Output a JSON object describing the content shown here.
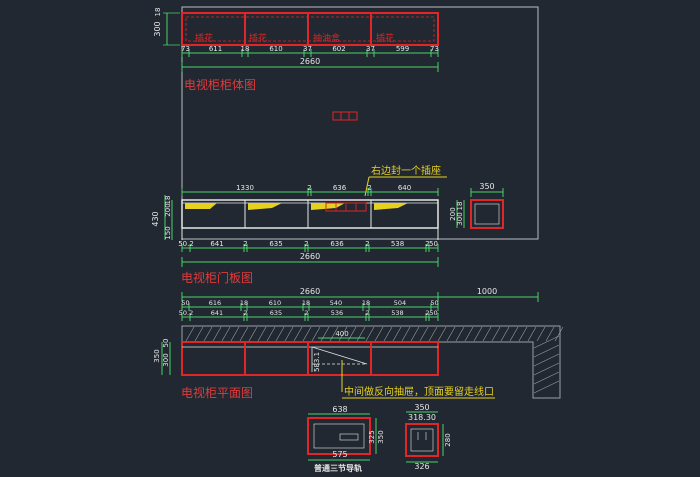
{
  "colors": {
    "background": "#222831",
    "panel_border": "#b9bcc2",
    "cabinet_red": "#e02626",
    "dim_green": "#49d26a",
    "title_red": "#e23a3a",
    "annotation_yellow": "#e7d11f",
    "drawing_white": "#e6e6e6",
    "hatch_grey": "#9aa0a6"
  },
  "titles": {
    "cabinet_body": "电视柜柜体图",
    "door_panel": "电视柜门板图",
    "plan": "电视柜平面图"
  },
  "annotations": {
    "outlet": "右边封一个插座",
    "drawer": "中间做反向抽屉，顶面要留走线口",
    "rail": "普通三节导轨"
  },
  "body_view": {
    "height_dims": [
      "300",
      "18"
    ],
    "compartment_labels": [
      "插花",
      "插花",
      "抽油盒",
      "插花"
    ],
    "bottom_dims": [
      "73",
      "611",
      "18",
      "610",
      "37",
      "602",
      "37",
      "599",
      "73"
    ],
    "total": "2660"
  },
  "door_view": {
    "top_dims": [
      "1330",
      "2",
      "636",
      "2",
      "640"
    ],
    "side_box_width": "350",
    "left_heights": [
      "430",
      "200",
      "18",
      "150"
    ],
    "side_box_heights": [
      "200",
      "18",
      "300"
    ],
    "bottom_dims": [
      "50.2",
      "641",
      "2",
      "635",
      "2",
      "636",
      "2",
      "538",
      "2",
      "50"
    ],
    "total": "2660"
  },
  "plan_view": {
    "total": "2660",
    "extension": "1000",
    "row1": [
      "50",
      "616",
      "18",
      "610",
      "18",
      "540",
      "18",
      "504",
      "50"
    ],
    "row2": [
      "50.2",
      "641",
      "2",
      "635",
      "2",
      "536",
      "2",
      "538",
      "2",
      "50"
    ],
    "inner_dim": "400",
    "left_heights": [
      "350",
      "300",
      "50"
    ],
    "side_text": "583.1"
  },
  "drawer_front": {
    "top": "638",
    "right": [
      "325",
      "350"
    ],
    "bottom": "575"
  },
  "drawer_side": {
    "top": [
      "350",
      "318.30"
    ],
    "right": "280",
    "bottom": "326"
  }
}
